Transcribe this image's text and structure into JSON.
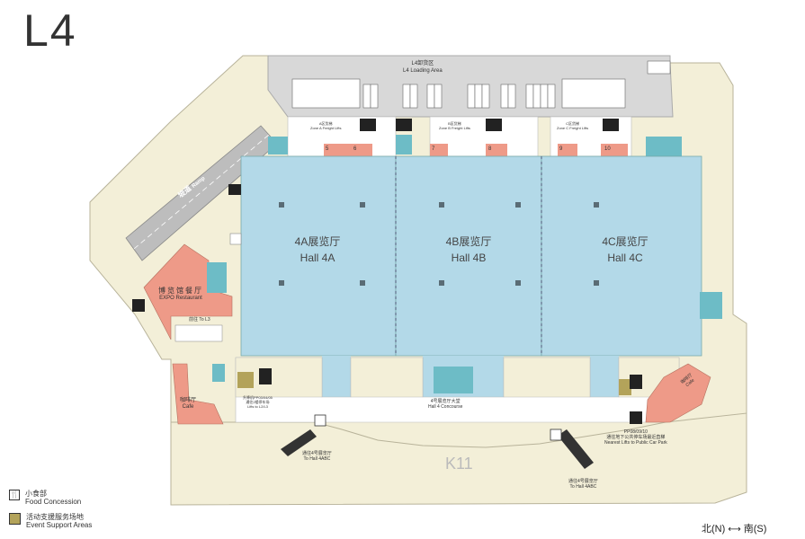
{
  "floor": "L4",
  "loading_area": {
    "cn": "L4卸货区",
    "en": "L4 Loading Area"
  },
  "ramp": {
    "cn": "坡道",
    "en": "Ramp"
  },
  "halls": [
    {
      "cn": "4A展览厅",
      "en": "Hall 4A"
    },
    {
      "cn": "4B展览厅",
      "en": "Hall 4B"
    },
    {
      "cn": "4C展览厅",
      "en": "Hall 4C"
    }
  ],
  "freight_lifts": [
    {
      "cn": "A区货梯",
      "en": "Zone A Freight Lifts"
    },
    {
      "cn": "B区货梯",
      "en": "Zone B Freight Lifts"
    },
    {
      "cn": "C区货梯",
      "en": "Zone C Freight Lifts"
    }
  ],
  "doors": [
    "5",
    "6",
    "7",
    "8",
    "9",
    "10"
  ],
  "expo_restaurant": {
    "cn": "博览馆餐厅",
    "en": "EXPO Restaurant"
  },
  "cafe_left": {
    "cn": "咖啡厅",
    "en": "Cafe"
  },
  "cafe_right": {
    "cn": "咖啡厅",
    "en": "Cafe"
  },
  "to_l3": "前往 To L3",
  "lifts_left": {
    "cn": "升降机PP03/04/05",
    "cn2": "通往2楼停车场",
    "en": "Lifts to L2/L3"
  },
  "concourse": {
    "cn": "4号展览厅大堂",
    "en": "Hall 4 Concourse"
  },
  "to_hall_left": {
    "cn": "通往4号展览厅",
    "en": "To Hall 4ABC"
  },
  "to_hall_right": {
    "cn": "通往4号展览厅",
    "en": "To Hall 4ABC"
  },
  "lifts_right": {
    "code": "PP08/09/10",
    "cn": "通往地下公共停车场最近直梯",
    "en": "Nearest Lifts to Public Car Park"
  },
  "k11": "K11",
  "legend": [
    {
      "icon": "food-icon",
      "cn": "小食部",
      "en": "Food Concession",
      "color": "#ffffff"
    },
    {
      "icon": "event-support-swatch",
      "cn": "活动支援服务场地",
      "en": "Event Support Areas",
      "color": "#b3a35a"
    }
  ],
  "compass": {
    "north": "北(N)",
    "south": "南(S)"
  },
  "colors": {
    "hall": "#b3d9e8",
    "floor_beige": "#f3efd8",
    "loading": "#d8d8d8",
    "restaurant": "#ee9a88",
    "teal": "#6dbcc6",
    "event": "#b3a35a"
  }
}
